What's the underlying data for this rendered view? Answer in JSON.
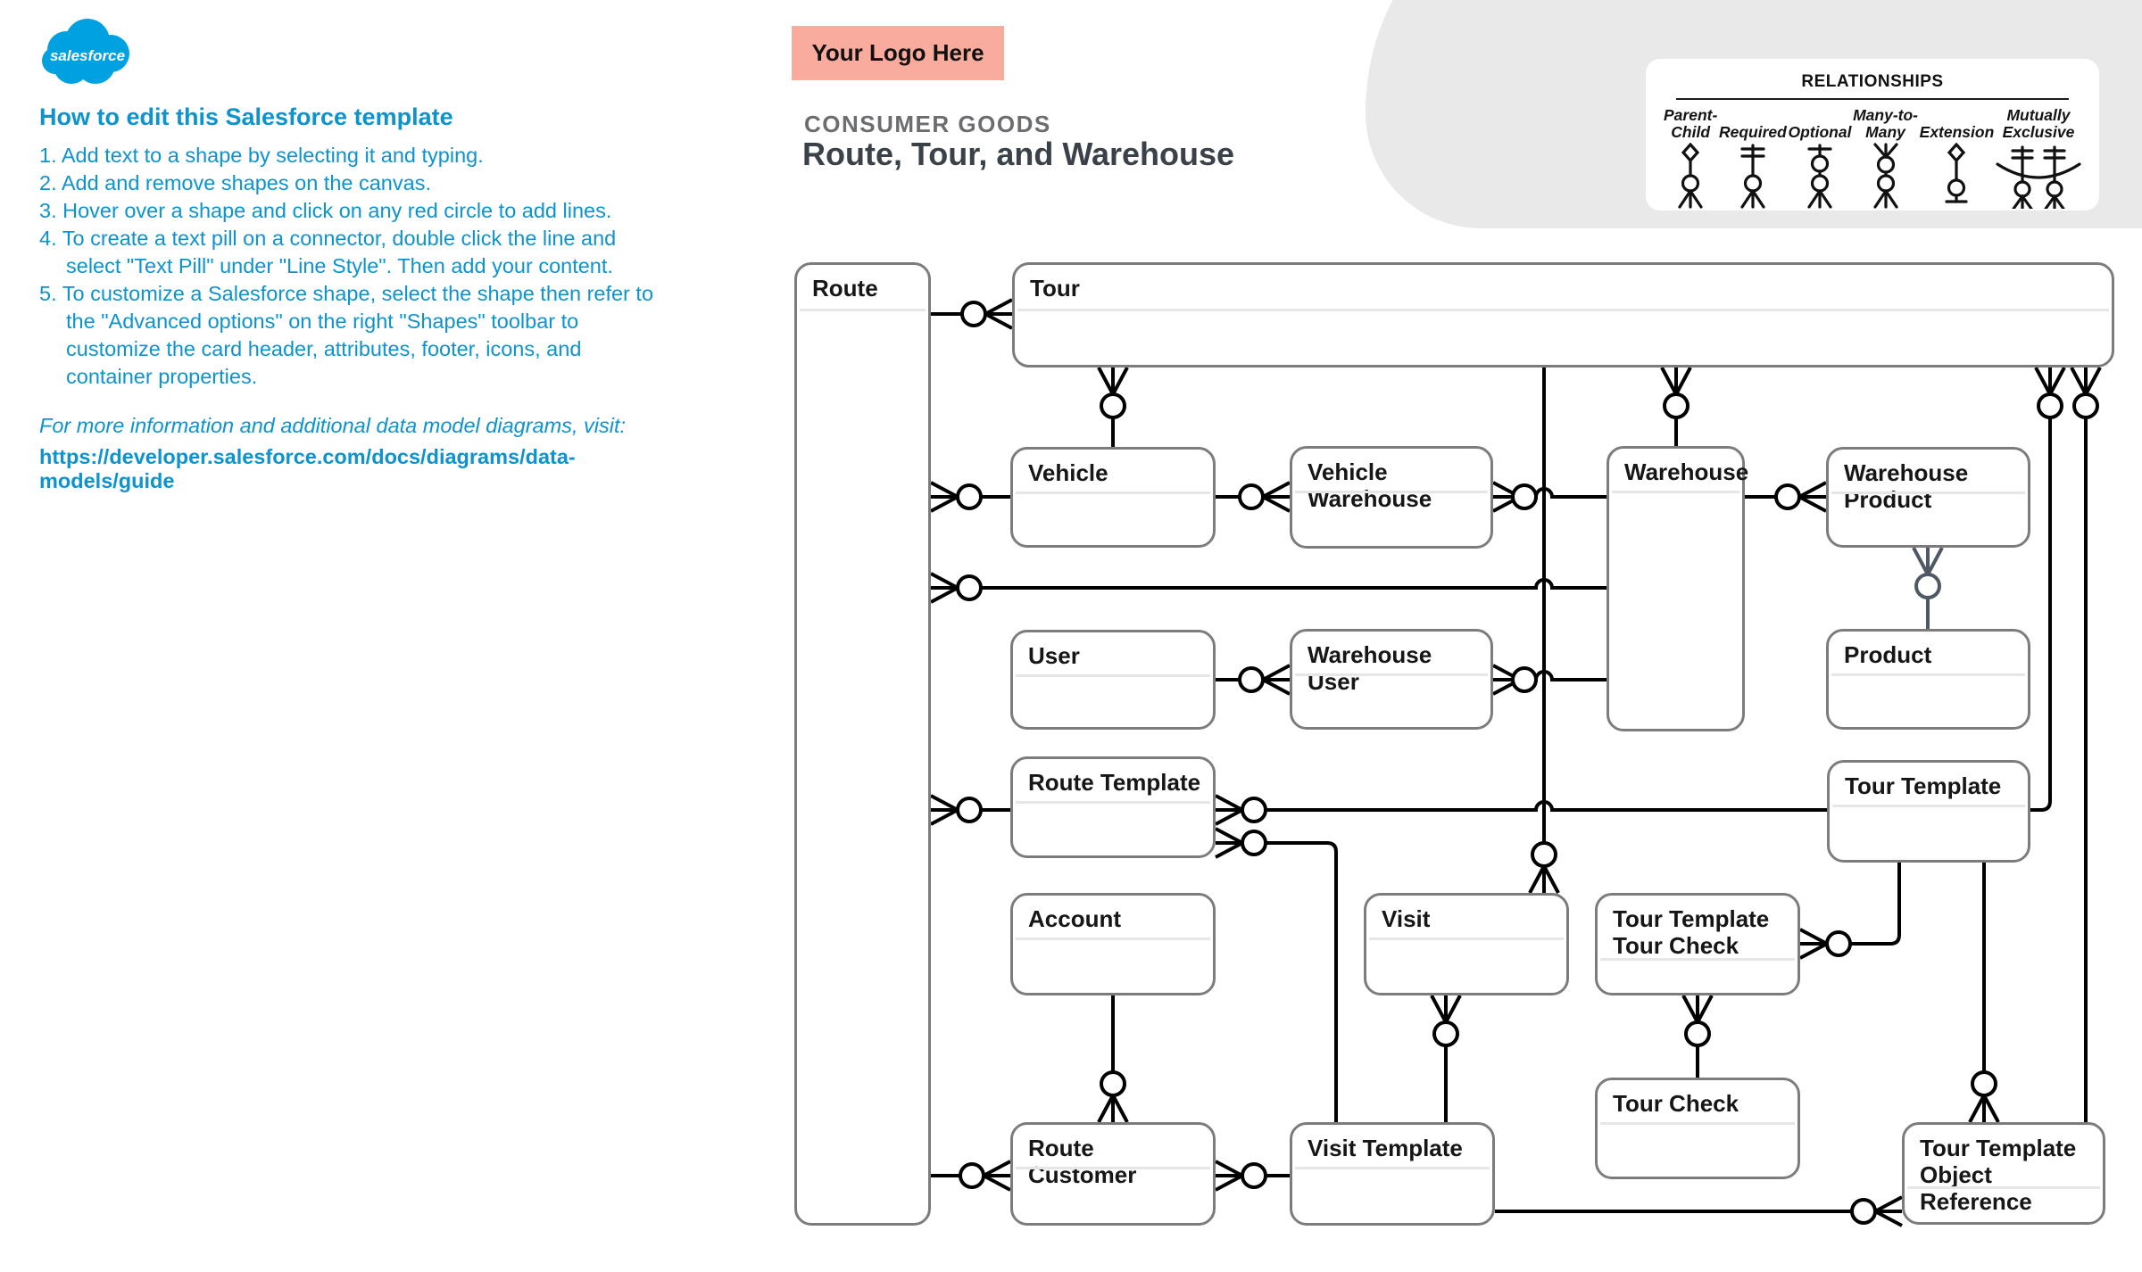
{
  "sidebar": {
    "logo_alt": "salesforce",
    "title": "How to edit this Salesforce template",
    "steps": [
      "Add text to a shape by selecting it and typing.",
      "Add and remove shapes on the canvas.",
      "Hover over a shape and click on any red circle to add lines.",
      "To create a text pill on a connector, double click the line and select \"Text Pill\" under \"Line Style\". Then add your content.",
      "To customize a Salesforce shape, select the shape then refer to the \"Advanced options\" on the right \"Shapes\" toolbar to customize the card header, attributes, footer, icons, and container properties."
    ],
    "footer_note": "For more information and additional data model diagrams, visit:",
    "footer_link": "https://developer.salesforce.com/docs/diagrams/data-models/guide"
  },
  "header": {
    "logo_placeholder": "Your Logo Here",
    "category": "CONSUMER GOODS",
    "title": "Route, Tour, and Warehouse"
  },
  "legend": {
    "title": "RELATIONSHIPS",
    "items": [
      {
        "label": [
          "Parent-",
          "Child"
        ],
        "symbol": "parent-child"
      },
      {
        "label": [
          "Required"
        ],
        "symbol": "required"
      },
      {
        "label": [
          "Optional"
        ],
        "symbol": "optional"
      },
      {
        "label": [
          "Many-to-",
          "Many"
        ],
        "symbol": "many-to-many"
      },
      {
        "label": [
          "Extension"
        ],
        "symbol": "extension"
      },
      {
        "label": [
          "Mutually",
          "Exclusive"
        ],
        "symbol": "mutually-exclusive"
      }
    ]
  },
  "diagram": {
    "entities": [
      {
        "id": "route",
        "label": "Route"
      },
      {
        "id": "tour",
        "label": "Tour"
      },
      {
        "id": "vehicle",
        "label": "Vehicle"
      },
      {
        "id": "vehicle_warehouse",
        "label": "Vehicle Warehouse"
      },
      {
        "id": "warehouse",
        "label": "Warehouse"
      },
      {
        "id": "warehouse_product",
        "label": "Warehouse Product"
      },
      {
        "id": "user",
        "label": "User"
      },
      {
        "id": "warehouse_user",
        "label": "Warehouse User"
      },
      {
        "id": "product",
        "label": "Product"
      },
      {
        "id": "route_template",
        "label": "Route Template"
      },
      {
        "id": "tour_template",
        "label": "Tour Template"
      },
      {
        "id": "account",
        "label": "Account"
      },
      {
        "id": "visit",
        "label": "Visit"
      },
      {
        "id": "tour_template_tour_check",
        "label": "Tour Template Tour Check"
      },
      {
        "id": "tour_check",
        "label": "Tour Check"
      },
      {
        "id": "route_customer",
        "label": "Route Customer"
      },
      {
        "id": "visit_template",
        "label": "Visit Template"
      },
      {
        "id": "tour_template_object_reference",
        "label": "Tour Template Object Reference"
      }
    ],
    "relationships": [
      {
        "from": "Route",
        "to": "Tour",
        "optional_many_end": "Tour"
      },
      {
        "from": "Route",
        "to": "Vehicle",
        "optional_many_end": "Route"
      },
      {
        "from": "Route",
        "to": "Warehouse",
        "optional_many_end": "Route"
      },
      {
        "from": "Route",
        "to": "Route Template",
        "optional_many_end": "Route"
      },
      {
        "from": "Route",
        "to": "Route Customer",
        "optional_many_end": "Route Customer"
      },
      {
        "from": "Vehicle",
        "to": "Vehicle Warehouse",
        "optional_many_end": "Vehicle Warehouse"
      },
      {
        "from": "Vehicle Warehouse",
        "to": "Warehouse",
        "optional_many_end": "Vehicle Warehouse"
      },
      {
        "from": "User",
        "to": "Warehouse User",
        "optional_many_end": "Warehouse User"
      },
      {
        "from": "Warehouse User",
        "to": "Warehouse",
        "optional_many_end": "Warehouse User"
      },
      {
        "from": "Warehouse",
        "to": "Warehouse Product",
        "optional_many_end": "Warehouse Product"
      },
      {
        "from": "Vehicle",
        "to": "Tour",
        "optional_many_end": "Tour"
      },
      {
        "from": "Warehouse",
        "to": "Tour",
        "optional_many_end": "Tour"
      },
      {
        "from": "Tour",
        "to": "Visit",
        "optional_many_end": "Visit"
      },
      {
        "from": "Tour Template",
        "to": "Tour",
        "optional_many_end": "Tour"
      },
      {
        "from": "Tour Template Object Reference",
        "to": "Tour",
        "optional_many_end": "Tour"
      },
      {
        "from": "Route Template",
        "to": "Tour Template",
        "optional_many_end": "Route Template"
      },
      {
        "from": "Route Template",
        "to": "Visit Template",
        "optional_many_end": "Route Template"
      },
      {
        "from": "Account",
        "to": "Route Customer",
        "optional_many_end": "Route Customer"
      },
      {
        "from": "Visit",
        "to": "Visit Template",
        "optional_many_end": "Visit"
      },
      {
        "from": "Tour Template Tour Check",
        "to": "Tour Check",
        "optional_many_end": "Tour Template Tour Check"
      },
      {
        "from": "Tour Template Tour Check",
        "to": "Tour Template",
        "optional_many_end": "Tour Template Tour Check"
      },
      {
        "from": "Tour Template",
        "to": "Tour Template Object Reference",
        "optional_many_end": "Tour Template Object Reference"
      },
      {
        "from": "Route Customer",
        "to": "Visit Template",
        "optional_many_end": "Route Customer"
      },
      {
        "from": "Visit Template",
        "to": "Tour Template Object Reference",
        "optional_many_end": "Tour Template Object Reference"
      },
      {
        "from": "Warehouse Product",
        "to": "Product",
        "optional_many_end": "Warehouse Product",
        "style": "gray"
      }
    ]
  },
  "colors": {
    "blue": "#0d93ce",
    "brand": "#00A1E0",
    "pink": "#f9ab9d",
    "band": "#e9e9e9",
    "border": "#7c7c7c",
    "titledark": "#3a4148",
    "catgray": "#6b6d70",
    "line": "#000000",
    "linealt": "#4e5964"
  }
}
